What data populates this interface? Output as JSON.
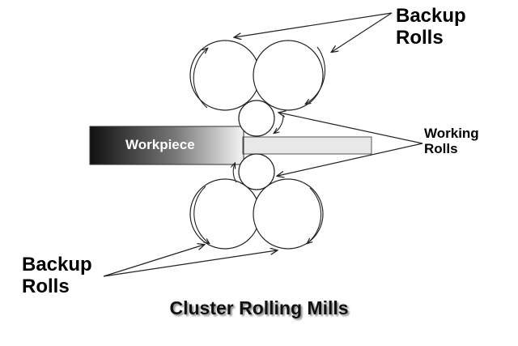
{
  "labels": {
    "backup_top": [
      "Backup",
      "Rolls"
    ],
    "backup_bottom": [
      "Backup",
      "Rolls"
    ],
    "working": [
      "Working",
      "Rolls"
    ],
    "workpiece": "Workpiece",
    "title": "Cluster Rolling Mills"
  },
  "colors": {
    "stroke": "#222222",
    "workpiece_dark": "#111111",
    "workpiece_light": "#f4f4f4"
  }
}
